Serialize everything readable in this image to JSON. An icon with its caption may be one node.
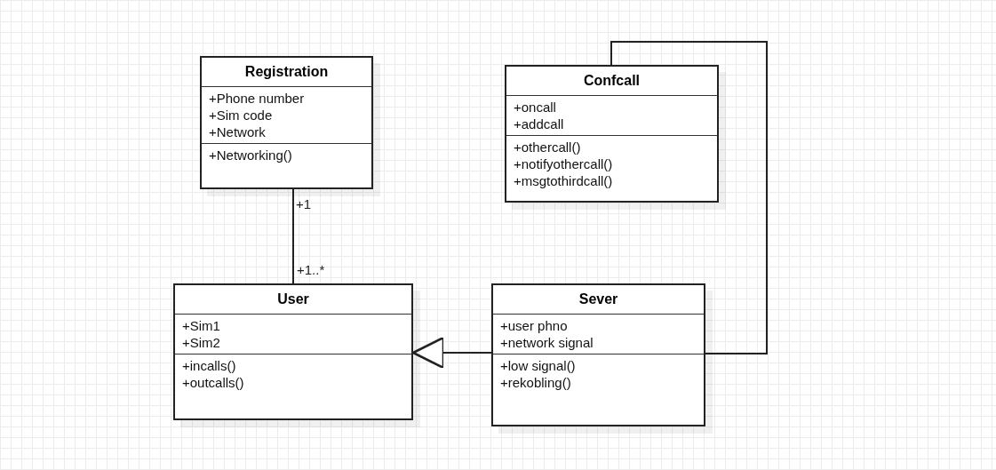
{
  "diagram": {
    "nodes": [
      {
        "text": [
          "Registration",
          "+Phone number",
          "+Sim code",
          "+Network",
          "+Networking()"
        ]
      },
      {
        "text": [
          "Confcall",
          "+oncall",
          "+addcall",
          "+othercall()",
          "+notifyothercall()",
          "+msgtothirdcall()"
        ]
      },
      {
        "text": [
          "User",
          "+Sim1",
          "+Sim2",
          "+incalls()",
          "+outcalls()"
        ]
      },
      {
        "text": [
          "Sever",
          "+user phno",
          "+network signal",
          "+low signal()",
          "+rekobling()"
        ]
      }
    ],
    "edges": [
      {
        "from": 0,
        "to": 2,
        "arrow": "none"
      },
      {
        "from": 3,
        "to": 2,
        "arrow": "to"
      },
      {
        "from": 3,
        "to": 1,
        "arrow": "none"
      }
    ],
    "labels": [
      "+1",
      "+1..*"
    ]
  }
}
